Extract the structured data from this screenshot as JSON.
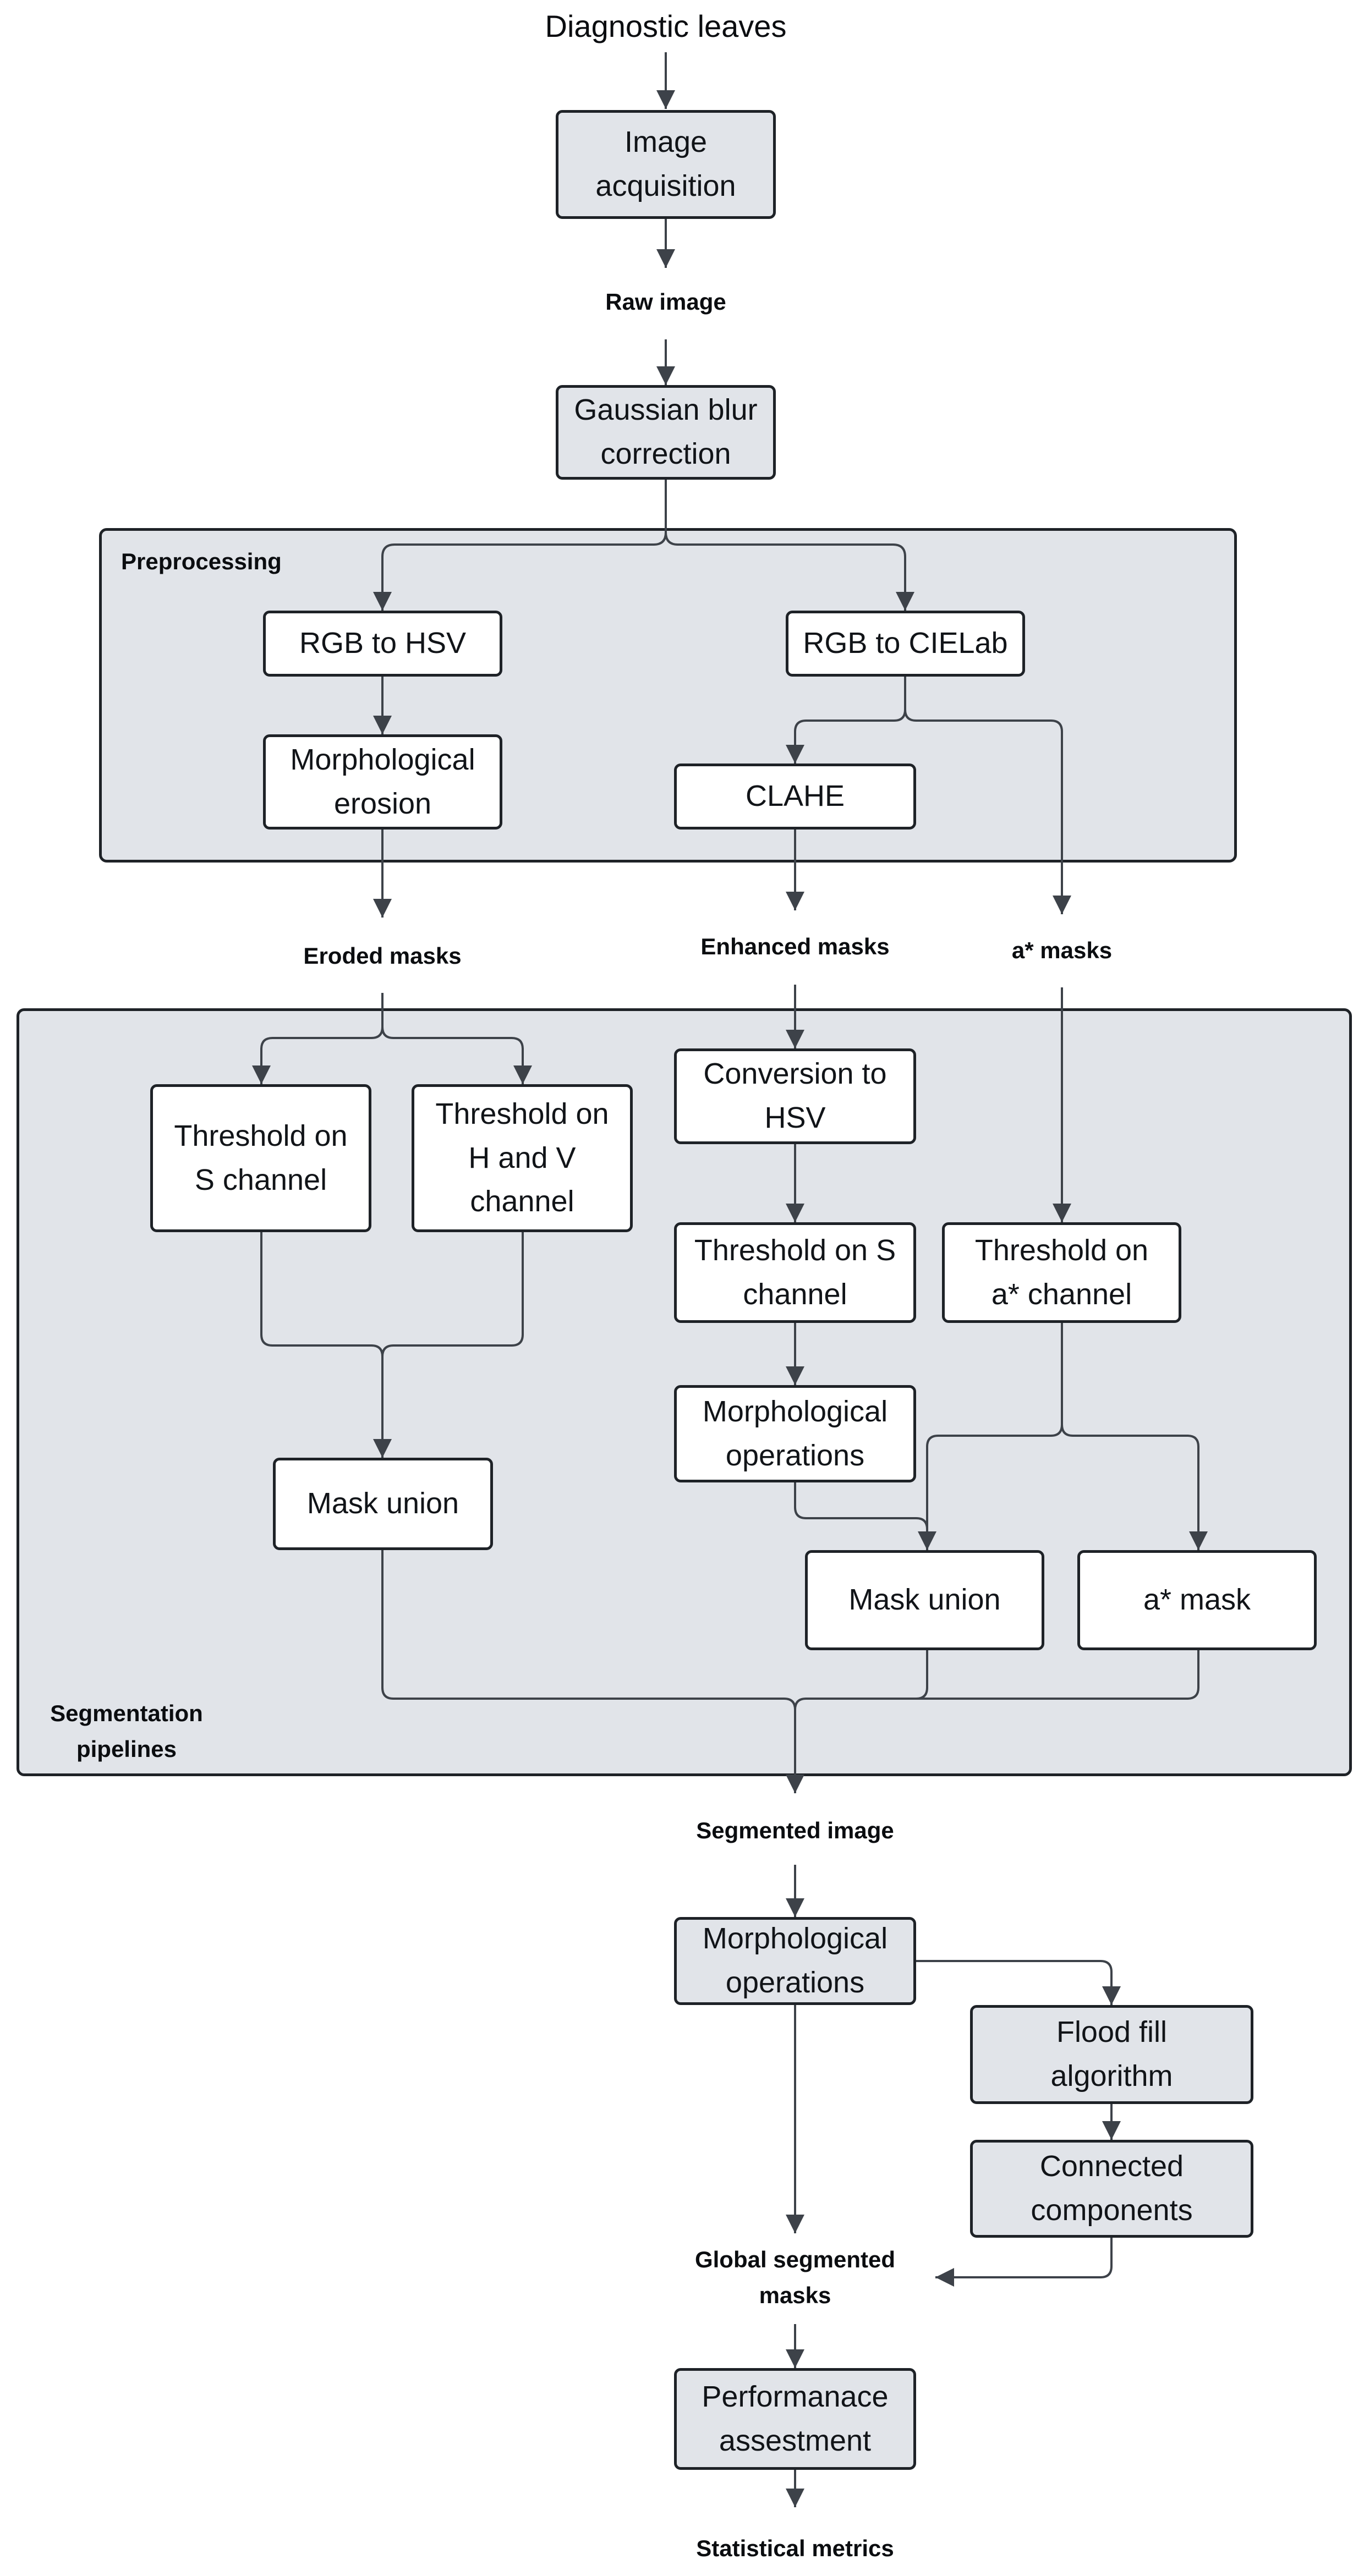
{
  "diagram": {
    "labels": {
      "start": "Diagnostic leaves",
      "raw_image": "Raw image",
      "eroded_masks": "Eroded masks",
      "enhanced_masks": "Enhanced masks",
      "astar_masks": "a* masks",
      "segmented_image": "Segmented image",
      "global_masks_l1": "Global segmented",
      "global_masks_l2": "masks",
      "statistical_metrics": "Statistical metrics"
    },
    "groups": {
      "preprocessing": "Preprocessing",
      "segmentation_l1": "Segmentation",
      "segmentation_l2": "pipelines"
    },
    "nodes": {
      "acquisition": [
        "Image",
        "acquisition"
      ],
      "gaussian": [
        "Gaussian blur",
        "correction"
      ],
      "rgb_hsv": [
        "RGB to HSV"
      ],
      "rgb_cielab": [
        "RGB to CIELab"
      ],
      "erosion": [
        "Morphological",
        "erosion"
      ],
      "clahe": [
        "CLAHE"
      ],
      "thr_s": [
        "Threshold on",
        "S channel"
      ],
      "thr_hv": [
        "Threshold on",
        "H and V",
        "channel"
      ],
      "conv_hsv": [
        "Conversion to",
        "HSV"
      ],
      "thr_s2": [
        "Threshold on S",
        "channel"
      ],
      "thr_a": [
        "Threshold on",
        "a* channel"
      ],
      "morph_ops1": [
        "Morphological",
        "operations"
      ],
      "mask_union1": [
        "Mask union"
      ],
      "mask_union2": [
        "Mask union"
      ],
      "a_mask": [
        "a* mask"
      ],
      "morph_ops2": [
        "Morphological",
        "operations"
      ],
      "flood_fill": [
        "Flood fill",
        "algorithm"
      ],
      "connected": [
        "Connected",
        "components"
      ],
      "performance": [
        "Performanace",
        "assestment"
      ]
    }
  },
  "colors": {
    "edge": "#3d4249",
    "node_gray": "#e1e4e9",
    "group_fill": "#e1e4e9",
    "border": "#1e2227"
  }
}
